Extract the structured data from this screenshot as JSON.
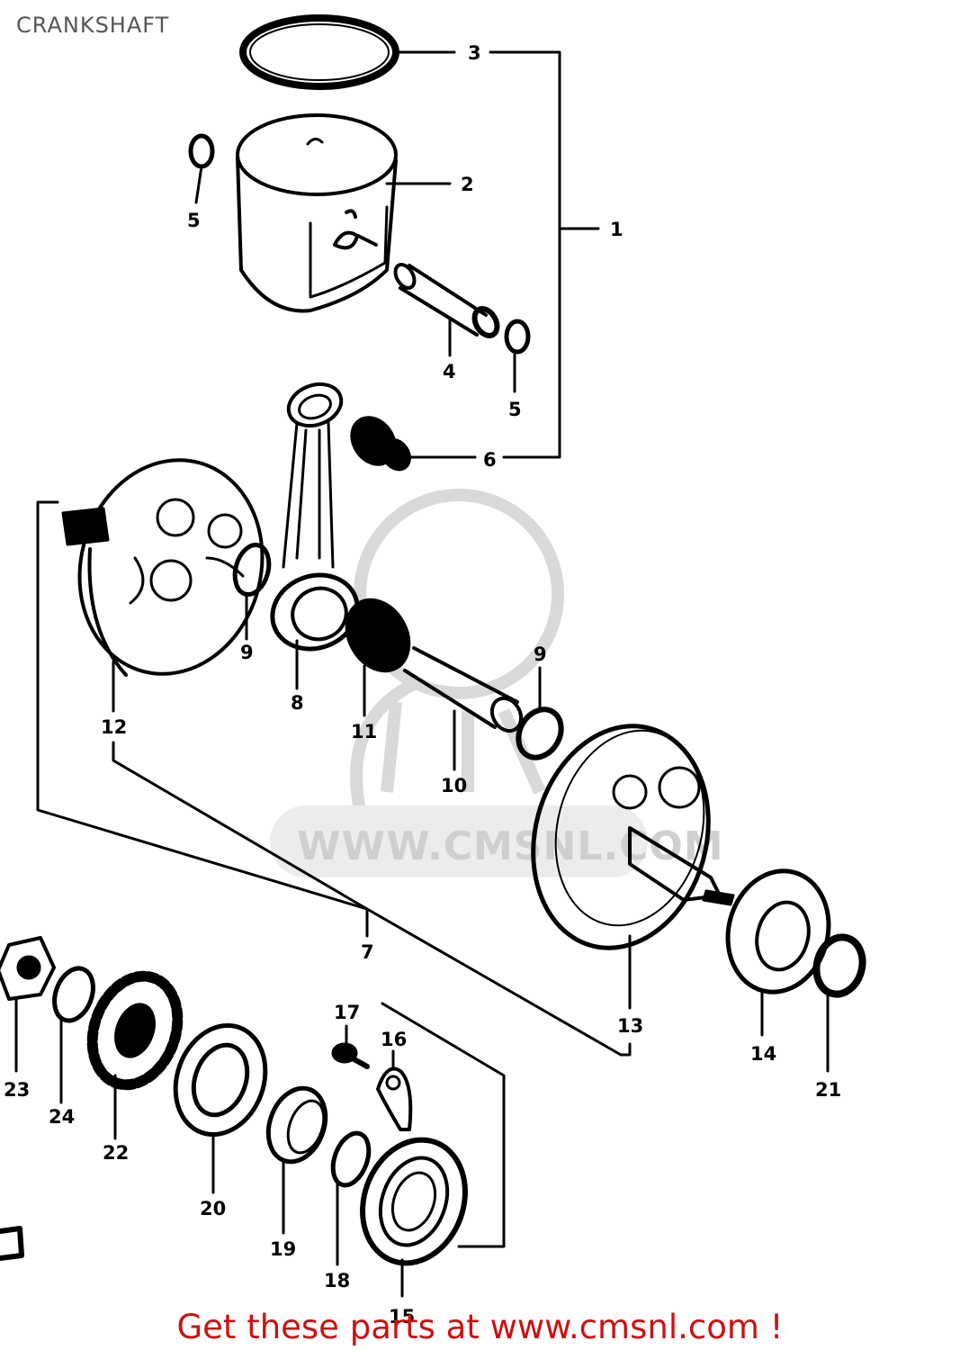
{
  "header": {
    "title": "CRANKSHAFT"
  },
  "watermark": {
    "text": "WWW.CMSNL.COM"
  },
  "footer": {
    "text": "Get these parts at www.cmsnl.com !"
  },
  "callouts": [
    {
      "id": "c1",
      "label": "1"
    },
    {
      "id": "c2",
      "label": "2"
    },
    {
      "id": "c3",
      "label": "3"
    },
    {
      "id": "c4",
      "label": "4"
    },
    {
      "id": "c5a",
      "label": "5"
    },
    {
      "id": "c5b",
      "label": "5"
    },
    {
      "id": "c6",
      "label": "6"
    },
    {
      "id": "c7",
      "label": "7"
    },
    {
      "id": "c8",
      "label": "8"
    },
    {
      "id": "c9a",
      "label": "9"
    },
    {
      "id": "c9b",
      "label": "9"
    },
    {
      "id": "c10",
      "label": "10"
    },
    {
      "id": "c11",
      "label": "11"
    },
    {
      "id": "c12",
      "label": "12"
    },
    {
      "id": "c13",
      "label": "13"
    },
    {
      "id": "c14",
      "label": "14"
    },
    {
      "id": "c15",
      "label": "15"
    },
    {
      "id": "c16",
      "label": "16"
    },
    {
      "id": "c17",
      "label": "17"
    },
    {
      "id": "c18",
      "label": "18"
    },
    {
      "id": "c19",
      "label": "19"
    },
    {
      "id": "c20",
      "label": "20"
    },
    {
      "id": "c21",
      "label": "21"
    },
    {
      "id": "c22",
      "label": "22"
    },
    {
      "id": "c23",
      "label": "23"
    },
    {
      "id": "c24",
      "label": "24"
    }
  ]
}
